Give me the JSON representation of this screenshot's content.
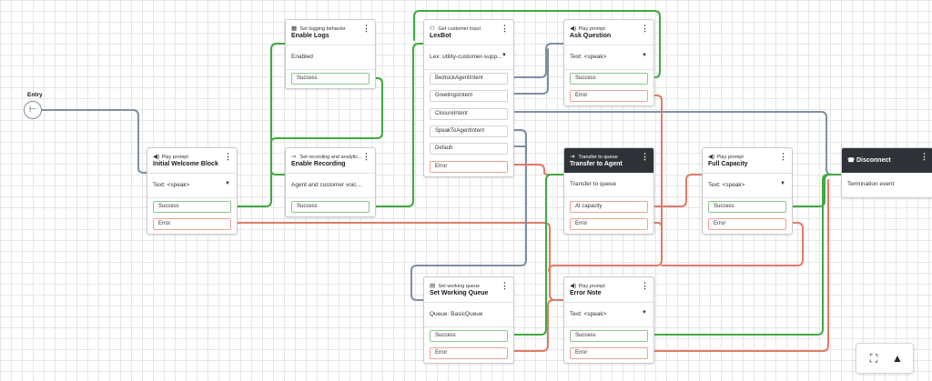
{
  "entry": {
    "label": "Entry",
    "icon": "entry-icon"
  },
  "blocks": [
    {
      "id": "initial-welcome",
      "icon": "speaker-icon",
      "type": "Play prompt",
      "title": "Initial Welcome Block",
      "summary": "Text: <speak>",
      "expandable": true,
      "branches": [
        {
          "label": "Success",
          "kind": "success"
        },
        {
          "label": "Error",
          "kind": "error"
        }
      ]
    },
    {
      "id": "enable-logs",
      "icon": "logging-icon",
      "type": "Set logging behavior",
      "title": "Enable Logs",
      "summary": "Enabled",
      "expandable": false,
      "branches": [
        {
          "label": "Success",
          "kind": "success"
        }
      ]
    },
    {
      "id": "enable-recording",
      "icon": "recording-icon",
      "type": "Set recording and analytic...",
      "title": "Enable Recording",
      "summary": "Agent and customer voic...",
      "expandable": false,
      "branches": [
        {
          "label": "Success",
          "kind": "success"
        }
      ]
    },
    {
      "id": "lexbot",
      "icon": "customer-input-icon",
      "type": "Get customer input",
      "title": "LexBot",
      "summary": "Lex: utility-customer-supp...",
      "expandable": true,
      "branches": [
        {
          "label": "BedrockAgentIntent",
          "kind": "normal"
        },
        {
          "label": "GreetingsIntent",
          "kind": "normal"
        },
        {
          "label": "ClosureIntent",
          "kind": "normal"
        },
        {
          "label": "SpeakToAgentIntent",
          "kind": "normal"
        },
        {
          "label": "Default",
          "kind": "normal"
        },
        {
          "label": "Error",
          "kind": "error"
        }
      ]
    },
    {
      "id": "ask-question",
      "icon": "speaker-icon",
      "type": "Play prompt",
      "title": "Ask Question",
      "summary": "Text: <speak>",
      "expandable": true,
      "branches": [
        {
          "label": "Success",
          "kind": "success"
        },
        {
          "label": "Error",
          "kind": "error"
        }
      ]
    },
    {
      "id": "transfer-agent",
      "icon": "transfer-icon",
      "dark": true,
      "type": "Transfer to queue",
      "title": "Transfer to Agent",
      "summary": "Transfer to queue",
      "expandable": false,
      "branches": [
        {
          "label": "At capacity",
          "kind": "error"
        },
        {
          "label": "Error",
          "kind": "error"
        }
      ]
    },
    {
      "id": "full-capacity",
      "icon": "speaker-icon",
      "type": "Play prompt",
      "title": "Full Capacity",
      "summary": "Text: <speak>",
      "expandable": true,
      "branches": [
        {
          "label": "Success",
          "kind": "success"
        },
        {
          "label": "Error",
          "kind": "error"
        }
      ]
    },
    {
      "id": "disconnect",
      "icon": "disconnect-icon",
      "dark": true,
      "type": "",
      "title": "Disconnect",
      "summary": "Termination event",
      "expandable": false,
      "branches": []
    },
    {
      "id": "set-working-queue",
      "icon": "queue-icon",
      "type": "Set working queue",
      "title": "Set Working Queue",
      "summary": "Queue: BasicQueue",
      "expandable": false,
      "branches": [
        {
          "label": "Success",
          "kind": "success"
        },
        {
          "label": "Error",
          "kind": "error"
        }
      ]
    },
    {
      "id": "error-note",
      "icon": "speaker-icon",
      "type": "Play prompt",
      "title": "Error Note",
      "summary": "Text: <speak>",
      "expandable": true,
      "branches": [
        {
          "label": "Success",
          "kind": "success"
        },
        {
          "label": "Error",
          "kind": "error"
        }
      ]
    }
  ],
  "toolbar": {
    "fit_icon": "fit-to-screen-icon",
    "collapse_icon": "triangle-up-icon"
  },
  "colors": {
    "success": "#3faa3f",
    "error": "#e07b67",
    "normal": "#7f8ea3",
    "dark_header": "#2f3338"
  }
}
